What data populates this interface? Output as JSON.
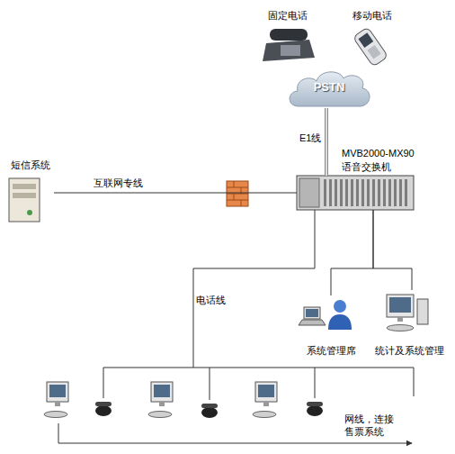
{
  "diagram": {
    "nodes": [
      {
        "text": [
          "固定电话"
        ]
      },
      {
        "text": [
          "移动电话"
        ]
      },
      {
        "text": [
          "PSTN"
        ]
      },
      {
        "text": [
          "MVB2000-MX90 语音交换机"
        ]
      },
      {
        "text": [
          "短信系统"
        ]
      },
      {
        "text": [
          "系统管理席"
        ]
      },
      {
        "text": [
          "统计及系统管理"
        ]
      }
    ],
    "edges": [
      {
        "from": 2,
        "to": 3,
        "label": "E1线",
        "arrow": "none"
      },
      {
        "from": 4,
        "to": 3,
        "label": "互联网专线",
        "arrow": "none"
      },
      {
        "from": 3,
        "to": 5,
        "arrow": "none"
      },
      {
        "from": 3,
        "to": 6,
        "arrow": "none"
      }
    ],
    "labels": [
      "电话线",
      "网线，连接 售票系统"
    ]
  }
}
